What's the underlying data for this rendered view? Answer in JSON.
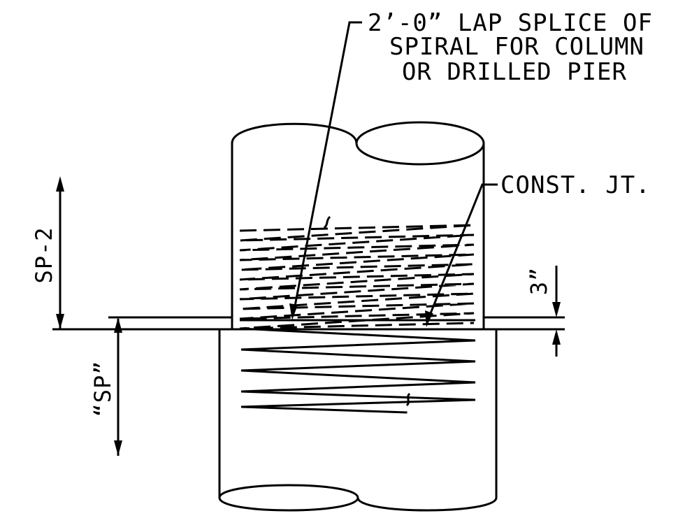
{
  "labels": {
    "lap_splice_line1": "2’-0” LAP SPLICE OF",
    "lap_splice_line2": "SPIRAL FOR COLUMN",
    "lap_splice_line3": "OR DRILLED PIER",
    "const_jt": "CONST. JT.",
    "sp2": "SP-2",
    "sp": "“SP”",
    "three_inch": "3”"
  },
  "colors": {
    "line": "#000000",
    "background": "#ffffff"
  },
  "spiral": {
    "upper_dashed_turns": 10,
    "lower_solid_turns": 3
  }
}
